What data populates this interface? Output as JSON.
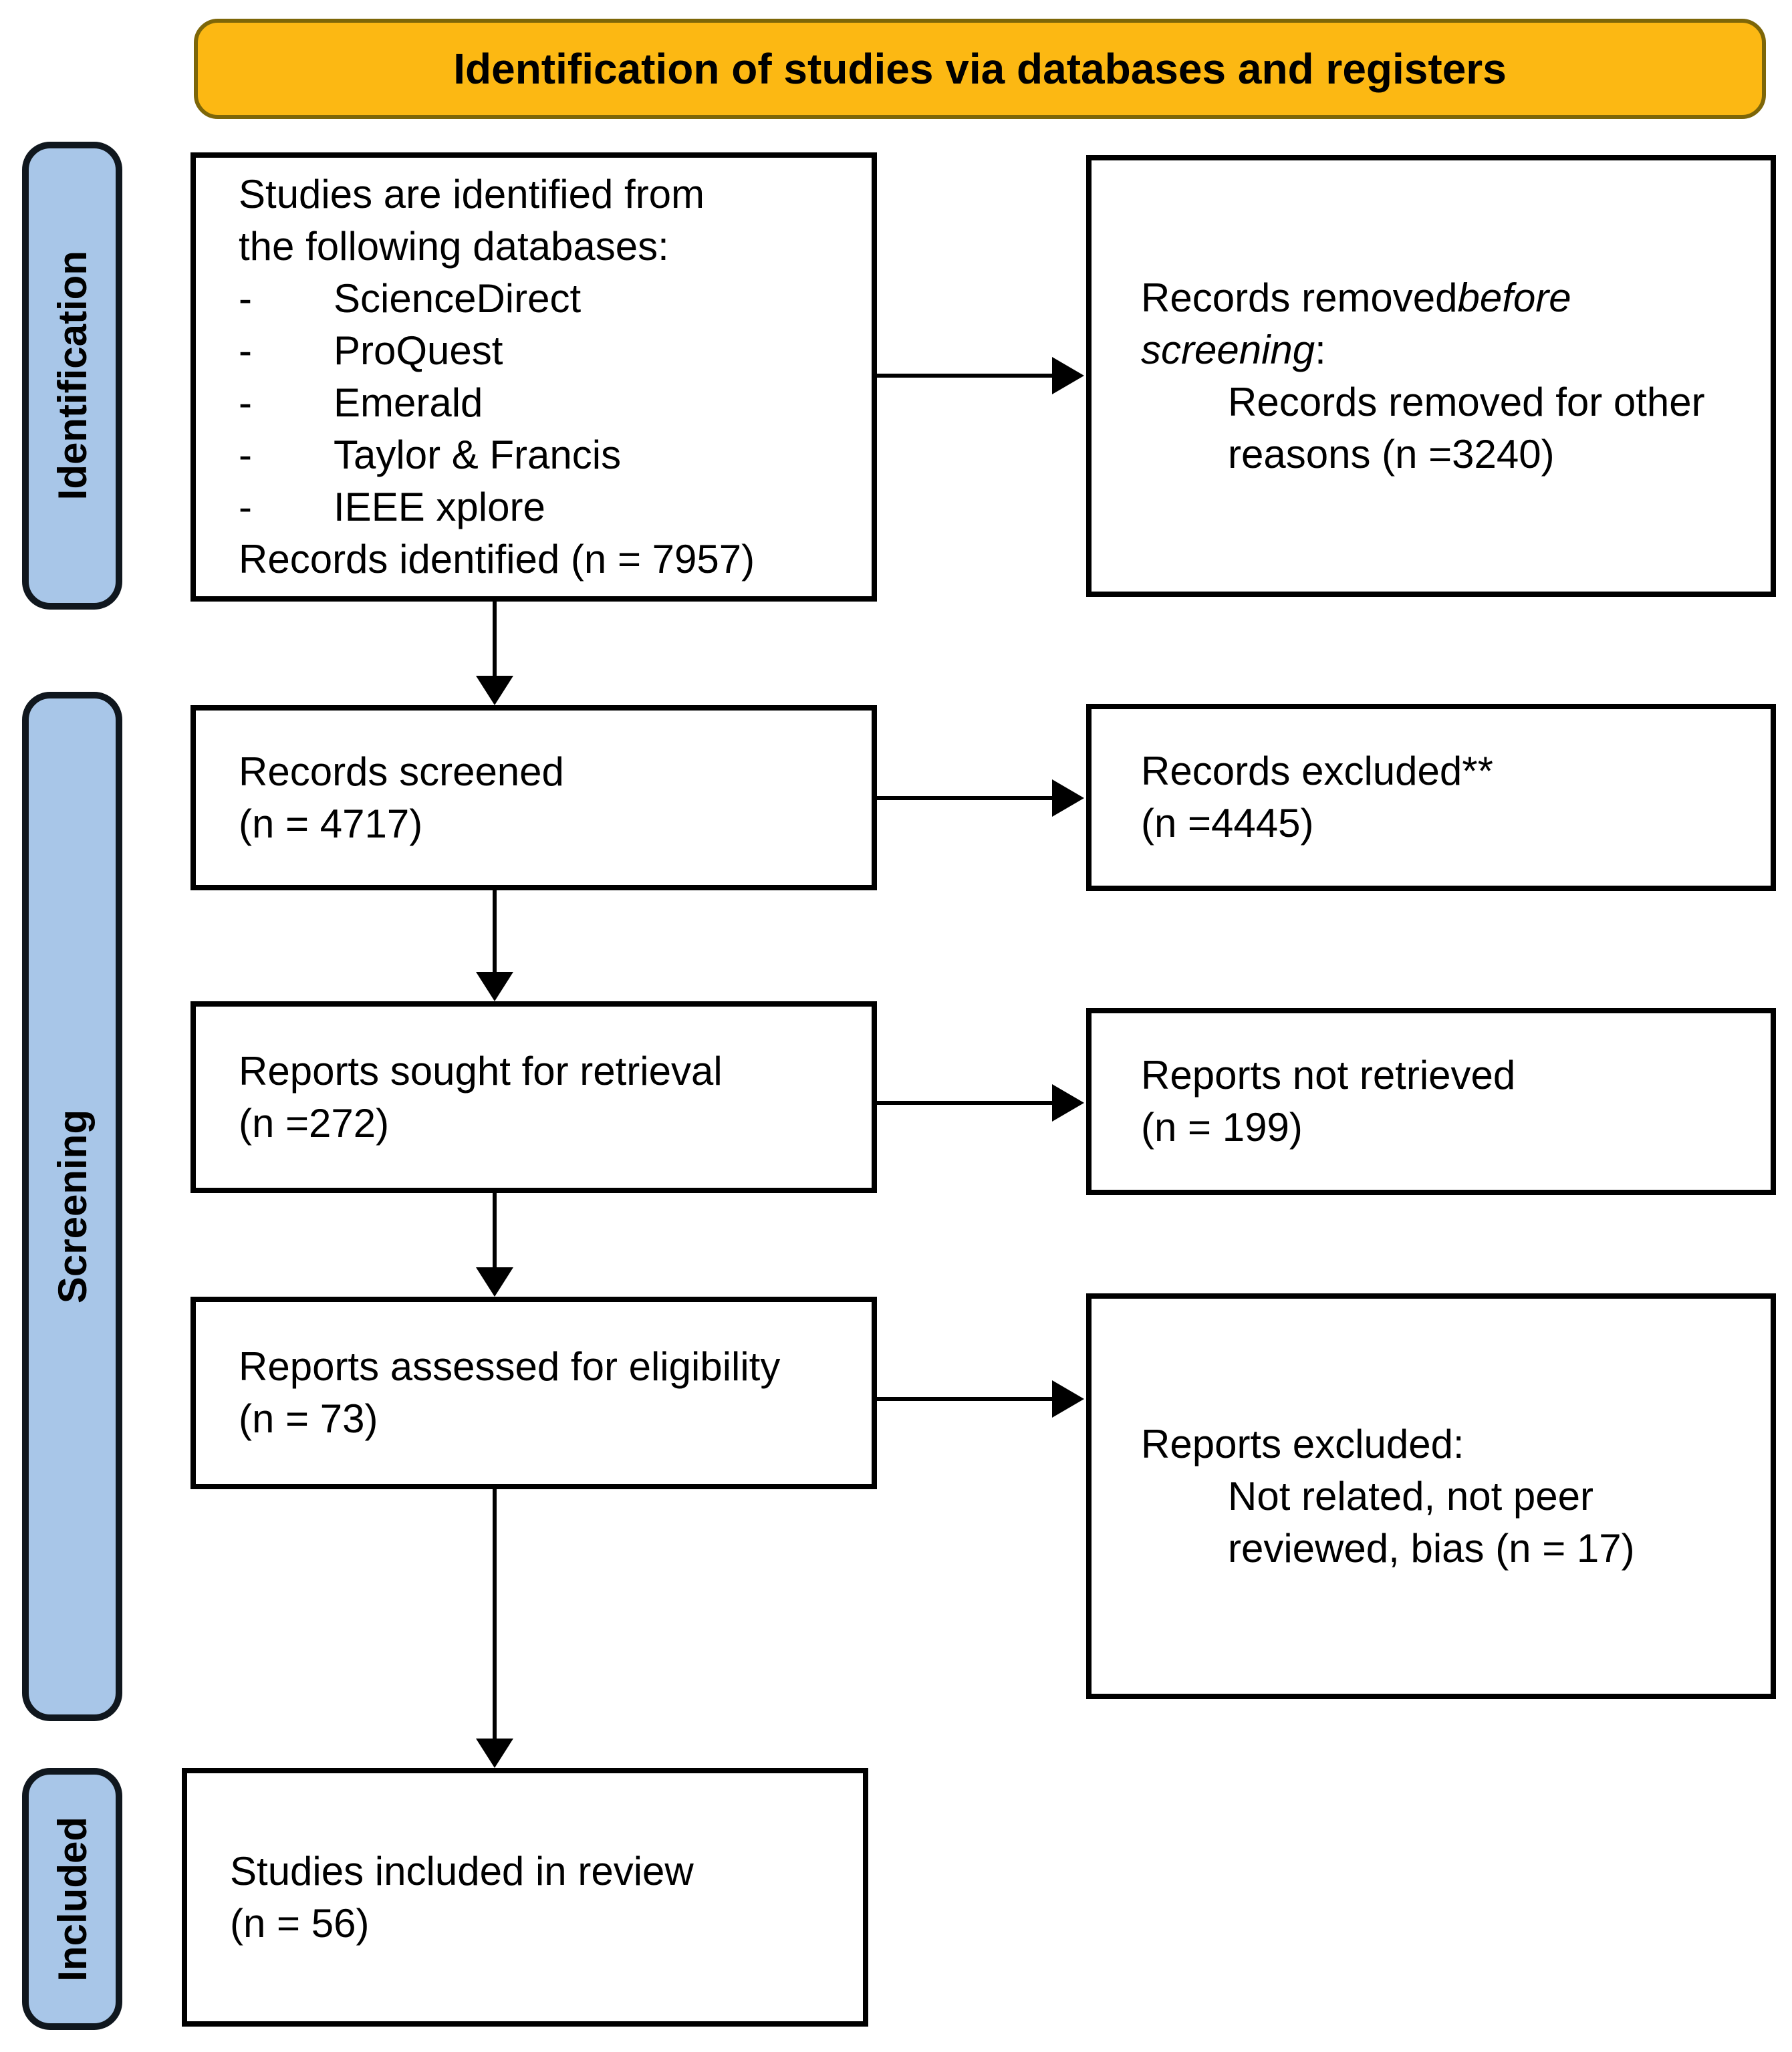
{
  "title_banner": {
    "text": "Identification of studies via databases and registers"
  },
  "stages": [
    {
      "label": "Identification"
    },
    {
      "label": "Screening"
    },
    {
      "label": "Included"
    }
  ],
  "colors": {
    "banner_bg": "#FCB813",
    "banner_border": "#7D6608",
    "stage_bg": "#A8C6E8",
    "stage_border": "#10171E",
    "box_border": "#000000",
    "ink": "#000000",
    "page_bg": "#FFFFFF"
  },
  "boxes": {
    "identified": {
      "lines": [
        {
          "text": "Studies are identified from"
        },
        {
          "text": "the following databases:"
        },
        {
          "marker": "-",
          "text": "ScienceDirect"
        },
        {
          "marker": "-",
          "text": "ProQuest"
        },
        {
          "marker": "-",
          "text": "Emerald"
        },
        {
          "marker": "-",
          "text": "Taylor & Francis"
        },
        {
          "marker": "-",
          "text": "IEEE xplore"
        },
        {
          "text": "Records identified (n = 7957)"
        }
      ]
    },
    "removed_before_screening": {
      "lines": [
        {
          "parts": [
            {
              "text": "Records removed "
            },
            {
              "text": "before",
              "italic": true
            }
          ]
        },
        {
          "parts": [
            {
              "text": "screening",
              "italic": true
            },
            {
              "text": ":"
            }
          ]
        },
        {
          "text": "Records removed for other",
          "indent": 1
        },
        {
          "text": "reasons (n =3240)",
          "indent": 1
        }
      ]
    },
    "records_screened": {
      "lines": [
        {
          "text": "Records screened"
        },
        {
          "text": "(n = 4717)"
        }
      ]
    },
    "records_excluded": {
      "lines": [
        {
          "text": "Records excluded**"
        },
        {
          "text": "(n =4445)"
        }
      ]
    },
    "reports_sought": {
      "lines": [
        {
          "text": "Reports sought for retrieval"
        },
        {
          "text": "(n =272)"
        }
      ]
    },
    "reports_not_retrieved": {
      "lines": [
        {
          "text": "Reports not retrieved"
        },
        {
          "text": "(n = 199)"
        }
      ]
    },
    "reports_assessed": {
      "lines": [
        {
          "text": "Reports assessed for eligibility"
        },
        {
          "text": "(n = 73)"
        }
      ]
    },
    "reports_excluded": {
      "lines": [
        {
          "text": "Reports excluded:"
        },
        {
          "text": "Not related, not peer",
          "indent": 1
        },
        {
          "text": "reviewed, bias (n = 17)",
          "indent": 1
        }
      ]
    },
    "studies_included": {
      "lines": [
        {
          "text": "Studies included in review"
        },
        {
          "text": "(n = 56)"
        }
      ]
    }
  }
}
